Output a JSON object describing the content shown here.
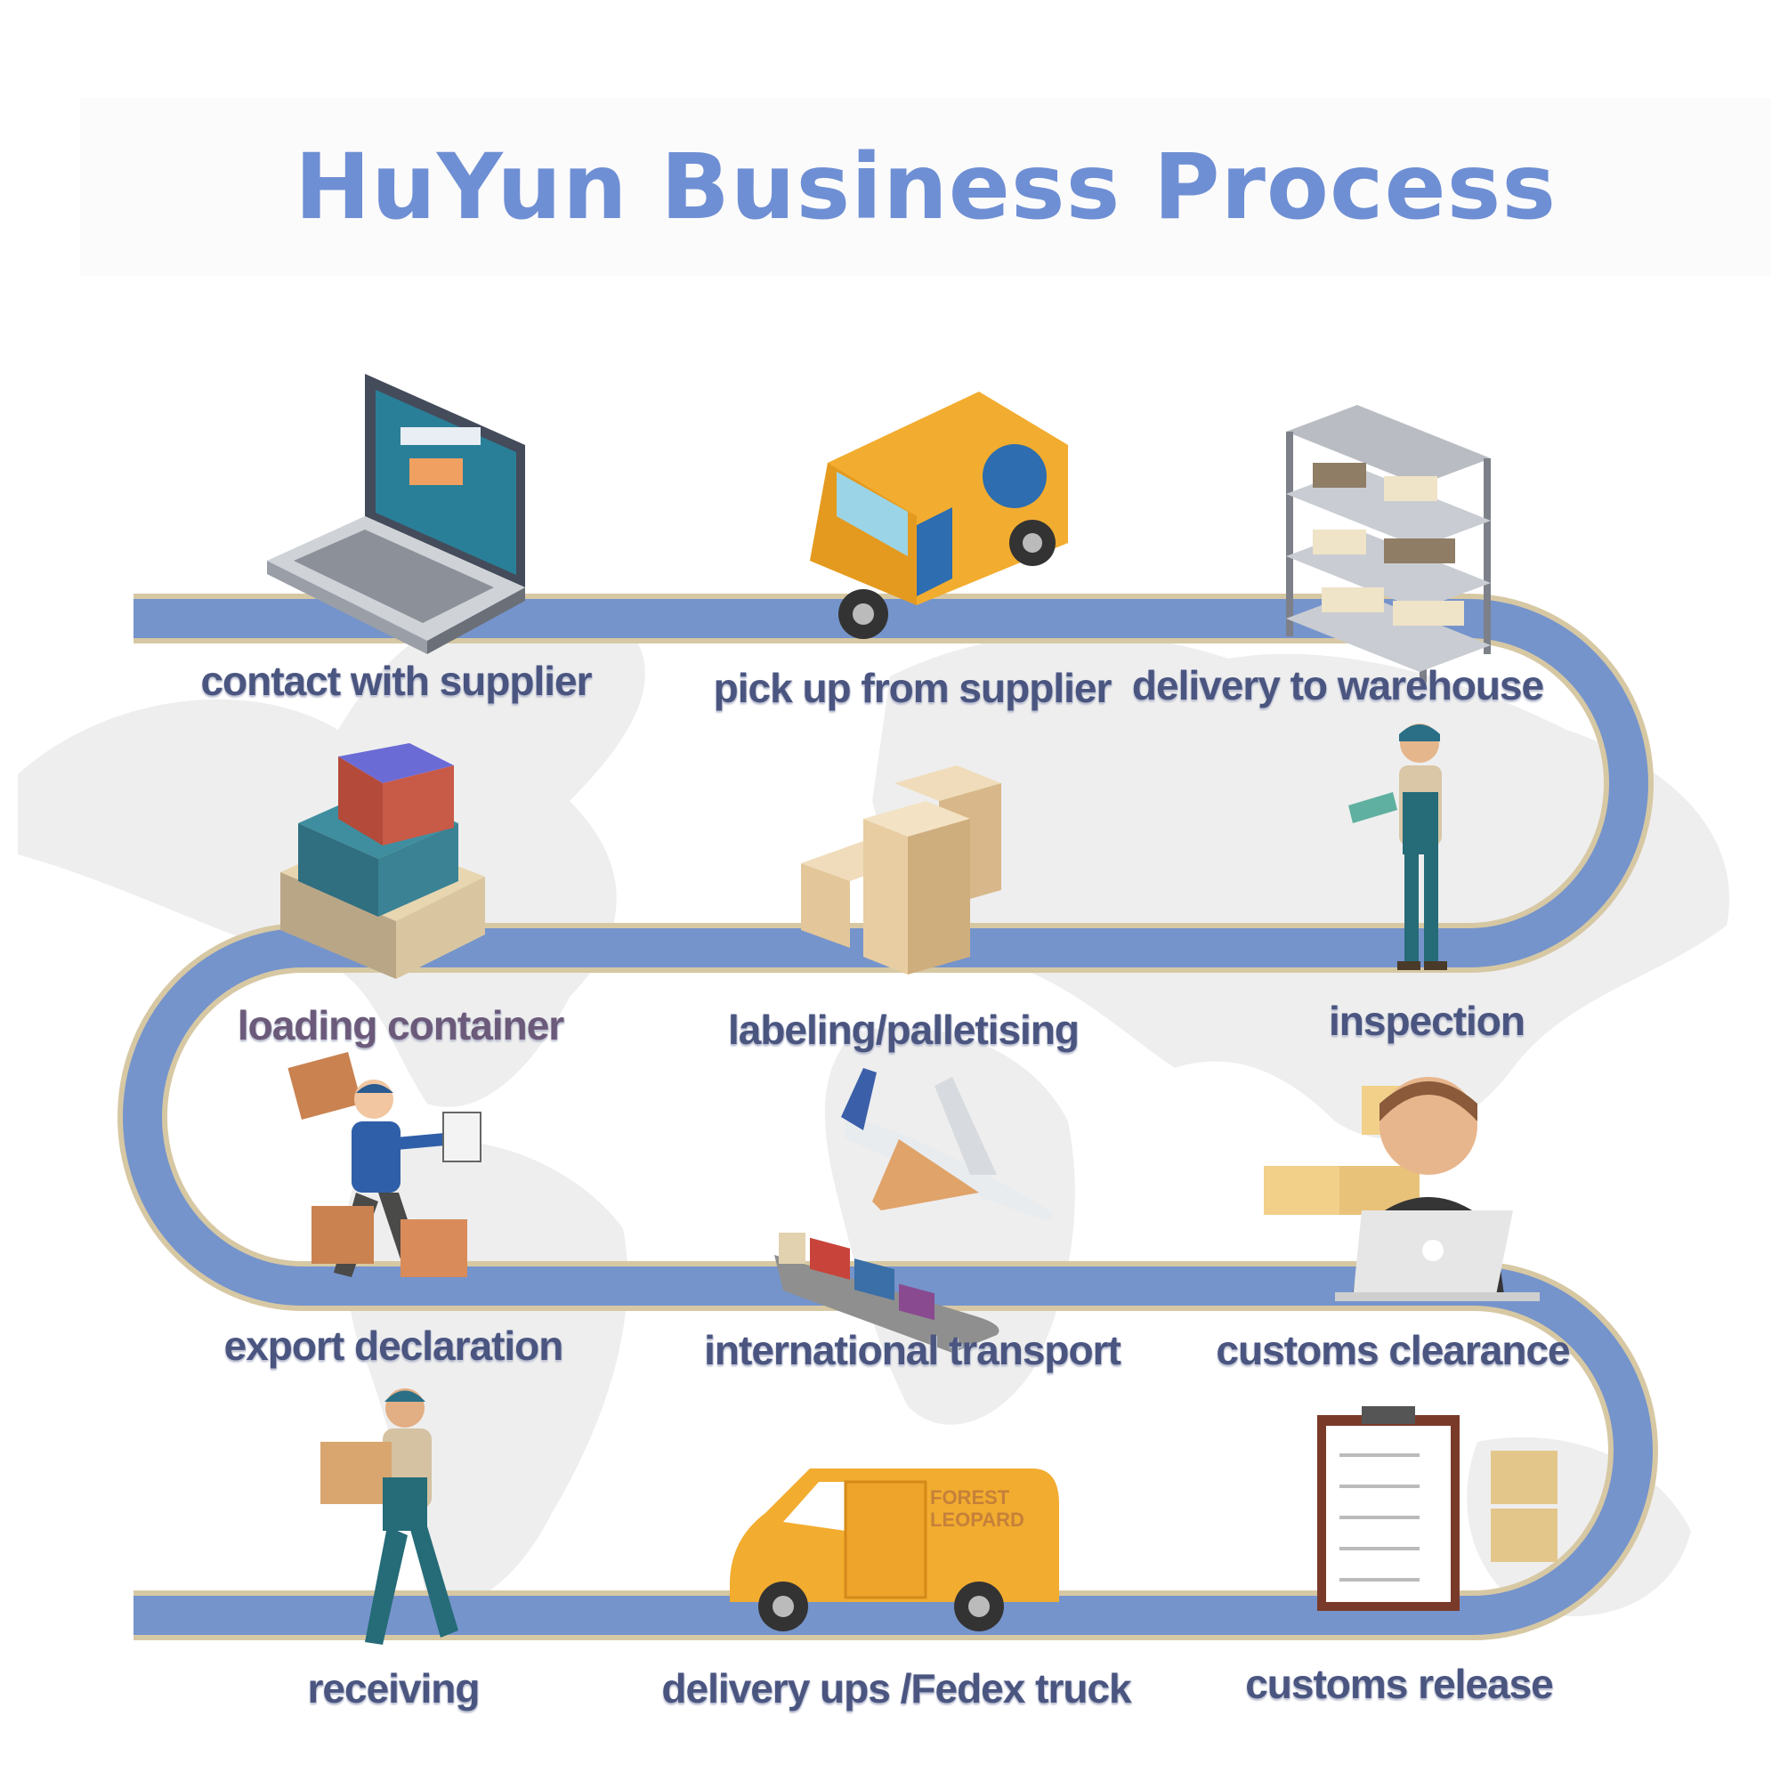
{
  "title": "HuYun Business Process",
  "steps": [
    {
      "label": "contact with supplier",
      "icon": "laptop-icon"
    },
    {
      "label": "pick up from supplier",
      "icon": "van-icon"
    },
    {
      "label": "delivery to warehouse",
      "icon": "warehouse-shelf-icon"
    },
    {
      "label": "loading container",
      "icon": "containers-icon"
    },
    {
      "label": "labeling/palletising",
      "icon": "wooden-crates-icon"
    },
    {
      "label": "inspection",
      "icon": "inspector-worker-icon"
    },
    {
      "label": "export declaration",
      "icon": "porter-with-clipboard-icon"
    },
    {
      "label": "international  transport",
      "icon": "plane-and-ship-icon"
    },
    {
      "label": "customs clearance",
      "icon": "customs-agent-laptop-icon"
    },
    {
      "label": "receiving",
      "icon": "worker-carrying-box-icon"
    },
    {
      "label": "delivery ups /Fedex truck",
      "icon": "delivery-truck-icon"
    },
    {
      "label": "customs release",
      "icon": "clipboard-checklist-icon"
    }
  ],
  "truck_brand": [
    "FOREST",
    "LEOPARD"
  ],
  "colors": {
    "title": "#6f8fd4",
    "road": "#7594cb",
    "road_edge": "#c8b48a",
    "label": "#4a5580",
    "map": "#eeeeee"
  }
}
